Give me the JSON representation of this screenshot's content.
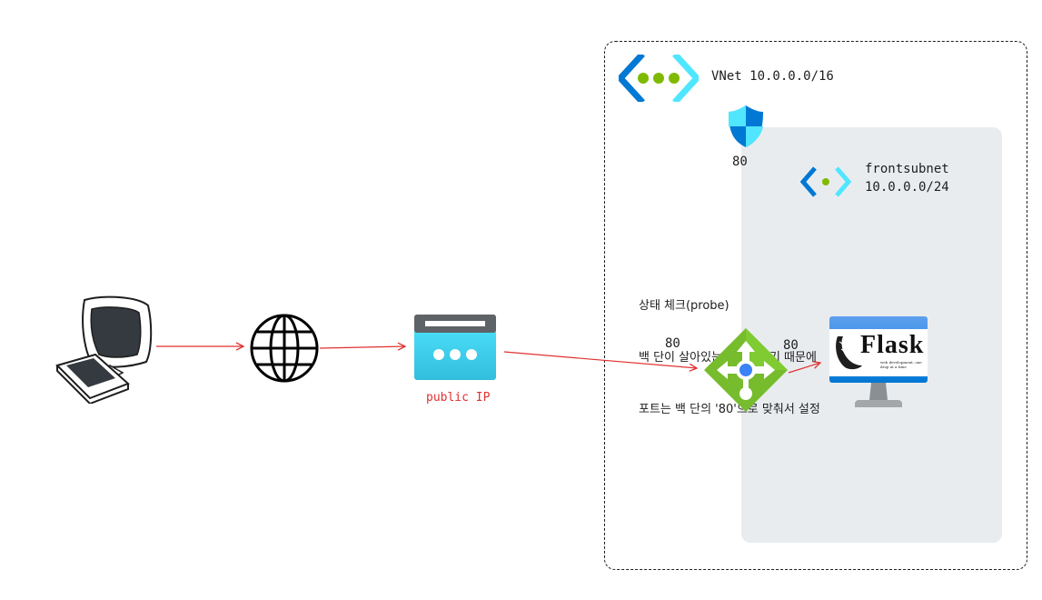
{
  "vnet": {
    "label": "VNet 10.0.0.0/16"
  },
  "nsg": {
    "port_label": "80"
  },
  "subnet": {
    "name": "frontsubnet",
    "cidr": "10.0.0.0/24"
  },
  "public_ip": {
    "label": "public IP"
  },
  "load_balancer": {
    "frontend_port": "80",
    "backend_port": "80"
  },
  "probe_note": {
    "line1": "상태 체크(probe)",
    "line2": "백 단이 살아있는지 확인하기 때문에",
    "line3": "포트는 백 단의 '80'으로 맞춰서 설정"
  },
  "flask": {
    "logo_text": "Flask",
    "tagline": "web development, one drop at a time"
  },
  "colors": {
    "arrow": "#e03131",
    "azure_blue": "#0078d4",
    "azure_light_blue": "#50e6ff",
    "azure_green": "#7fba00",
    "lb_green": "#76bc2d",
    "subnet_bg": "#e9ecef"
  }
}
